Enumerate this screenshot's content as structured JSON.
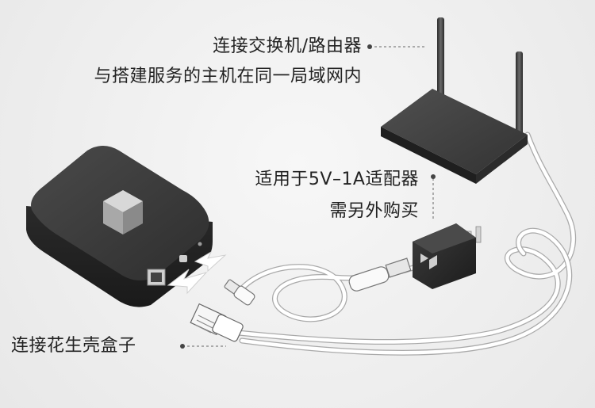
{
  "labels": {
    "router_line1": "连接交换机/路由器",
    "router_line2": "与搭建服务的主机在同一局域网内",
    "adapter_line1": "适用于5V–1A适配器",
    "adapter_line2": "需另外购买",
    "box": "连接花生壳盒子"
  },
  "colors": {
    "background": "#efefef",
    "device_dark": "#3a3a3a",
    "cable": "#ffffff",
    "text": "#222222"
  }
}
